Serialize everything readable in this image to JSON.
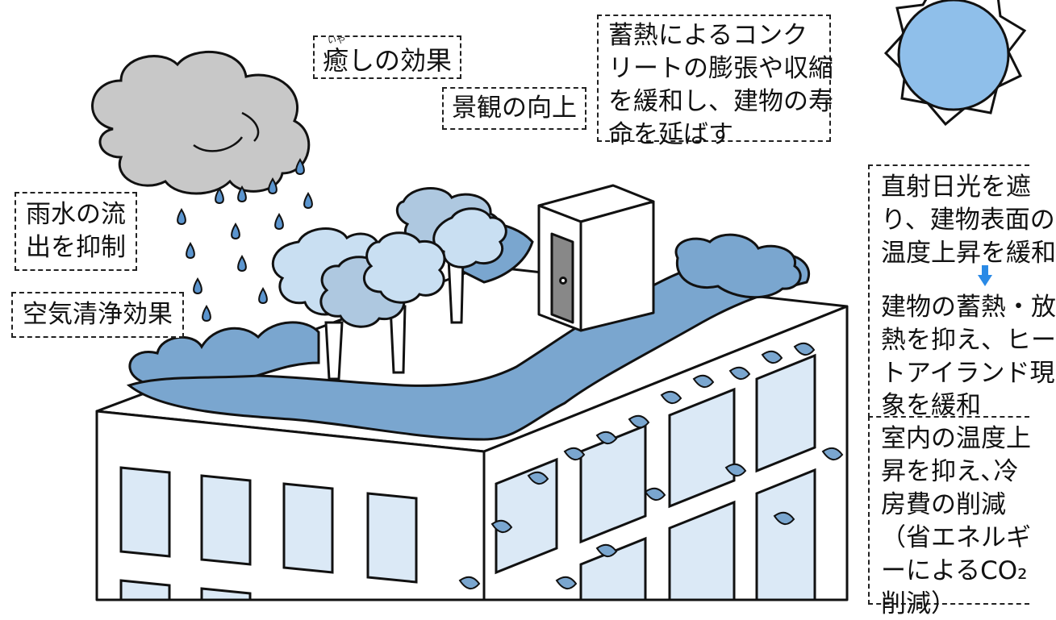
{
  "labels": {
    "healing": {
      "text": "癒しの効果",
      "ruby": "いや"
    },
    "landscape": "景観の向上",
    "concrete": [
      "蓄熱によるコンク",
      "リートの膨張や収縮",
      "を緩和し、建物の寿",
      "命を延ばす"
    ],
    "rainwater": [
      "雨水の流",
      "出を抑制"
    ],
    "air": "空気清浄効果",
    "sunlight": [
      "直射日光を遮",
      "り、建物表面の",
      "温度上昇を緩和"
    ],
    "heat_island": [
      "建物の蓄熱・放",
      "熱を抑え、ヒー",
      "トアイランド現",
      "象を緩和"
    ],
    "cooling": [
      "室内の温度上",
      "昇を抑え､冷",
      "房費の削減",
      "（省エネルギ",
      "ーによるCO₂",
      "削減）"
    ]
  },
  "colors": {
    "greenery": "#7aa6cf",
    "tree_light": "#c9dff2",
    "tree_mid": "#aec8e0",
    "sun": "#8fbfea",
    "window": "#dbe9f6",
    "arrow": "#2a8ae6",
    "cloud": "#c8c8c8",
    "rain": "#5b95cf"
  }
}
